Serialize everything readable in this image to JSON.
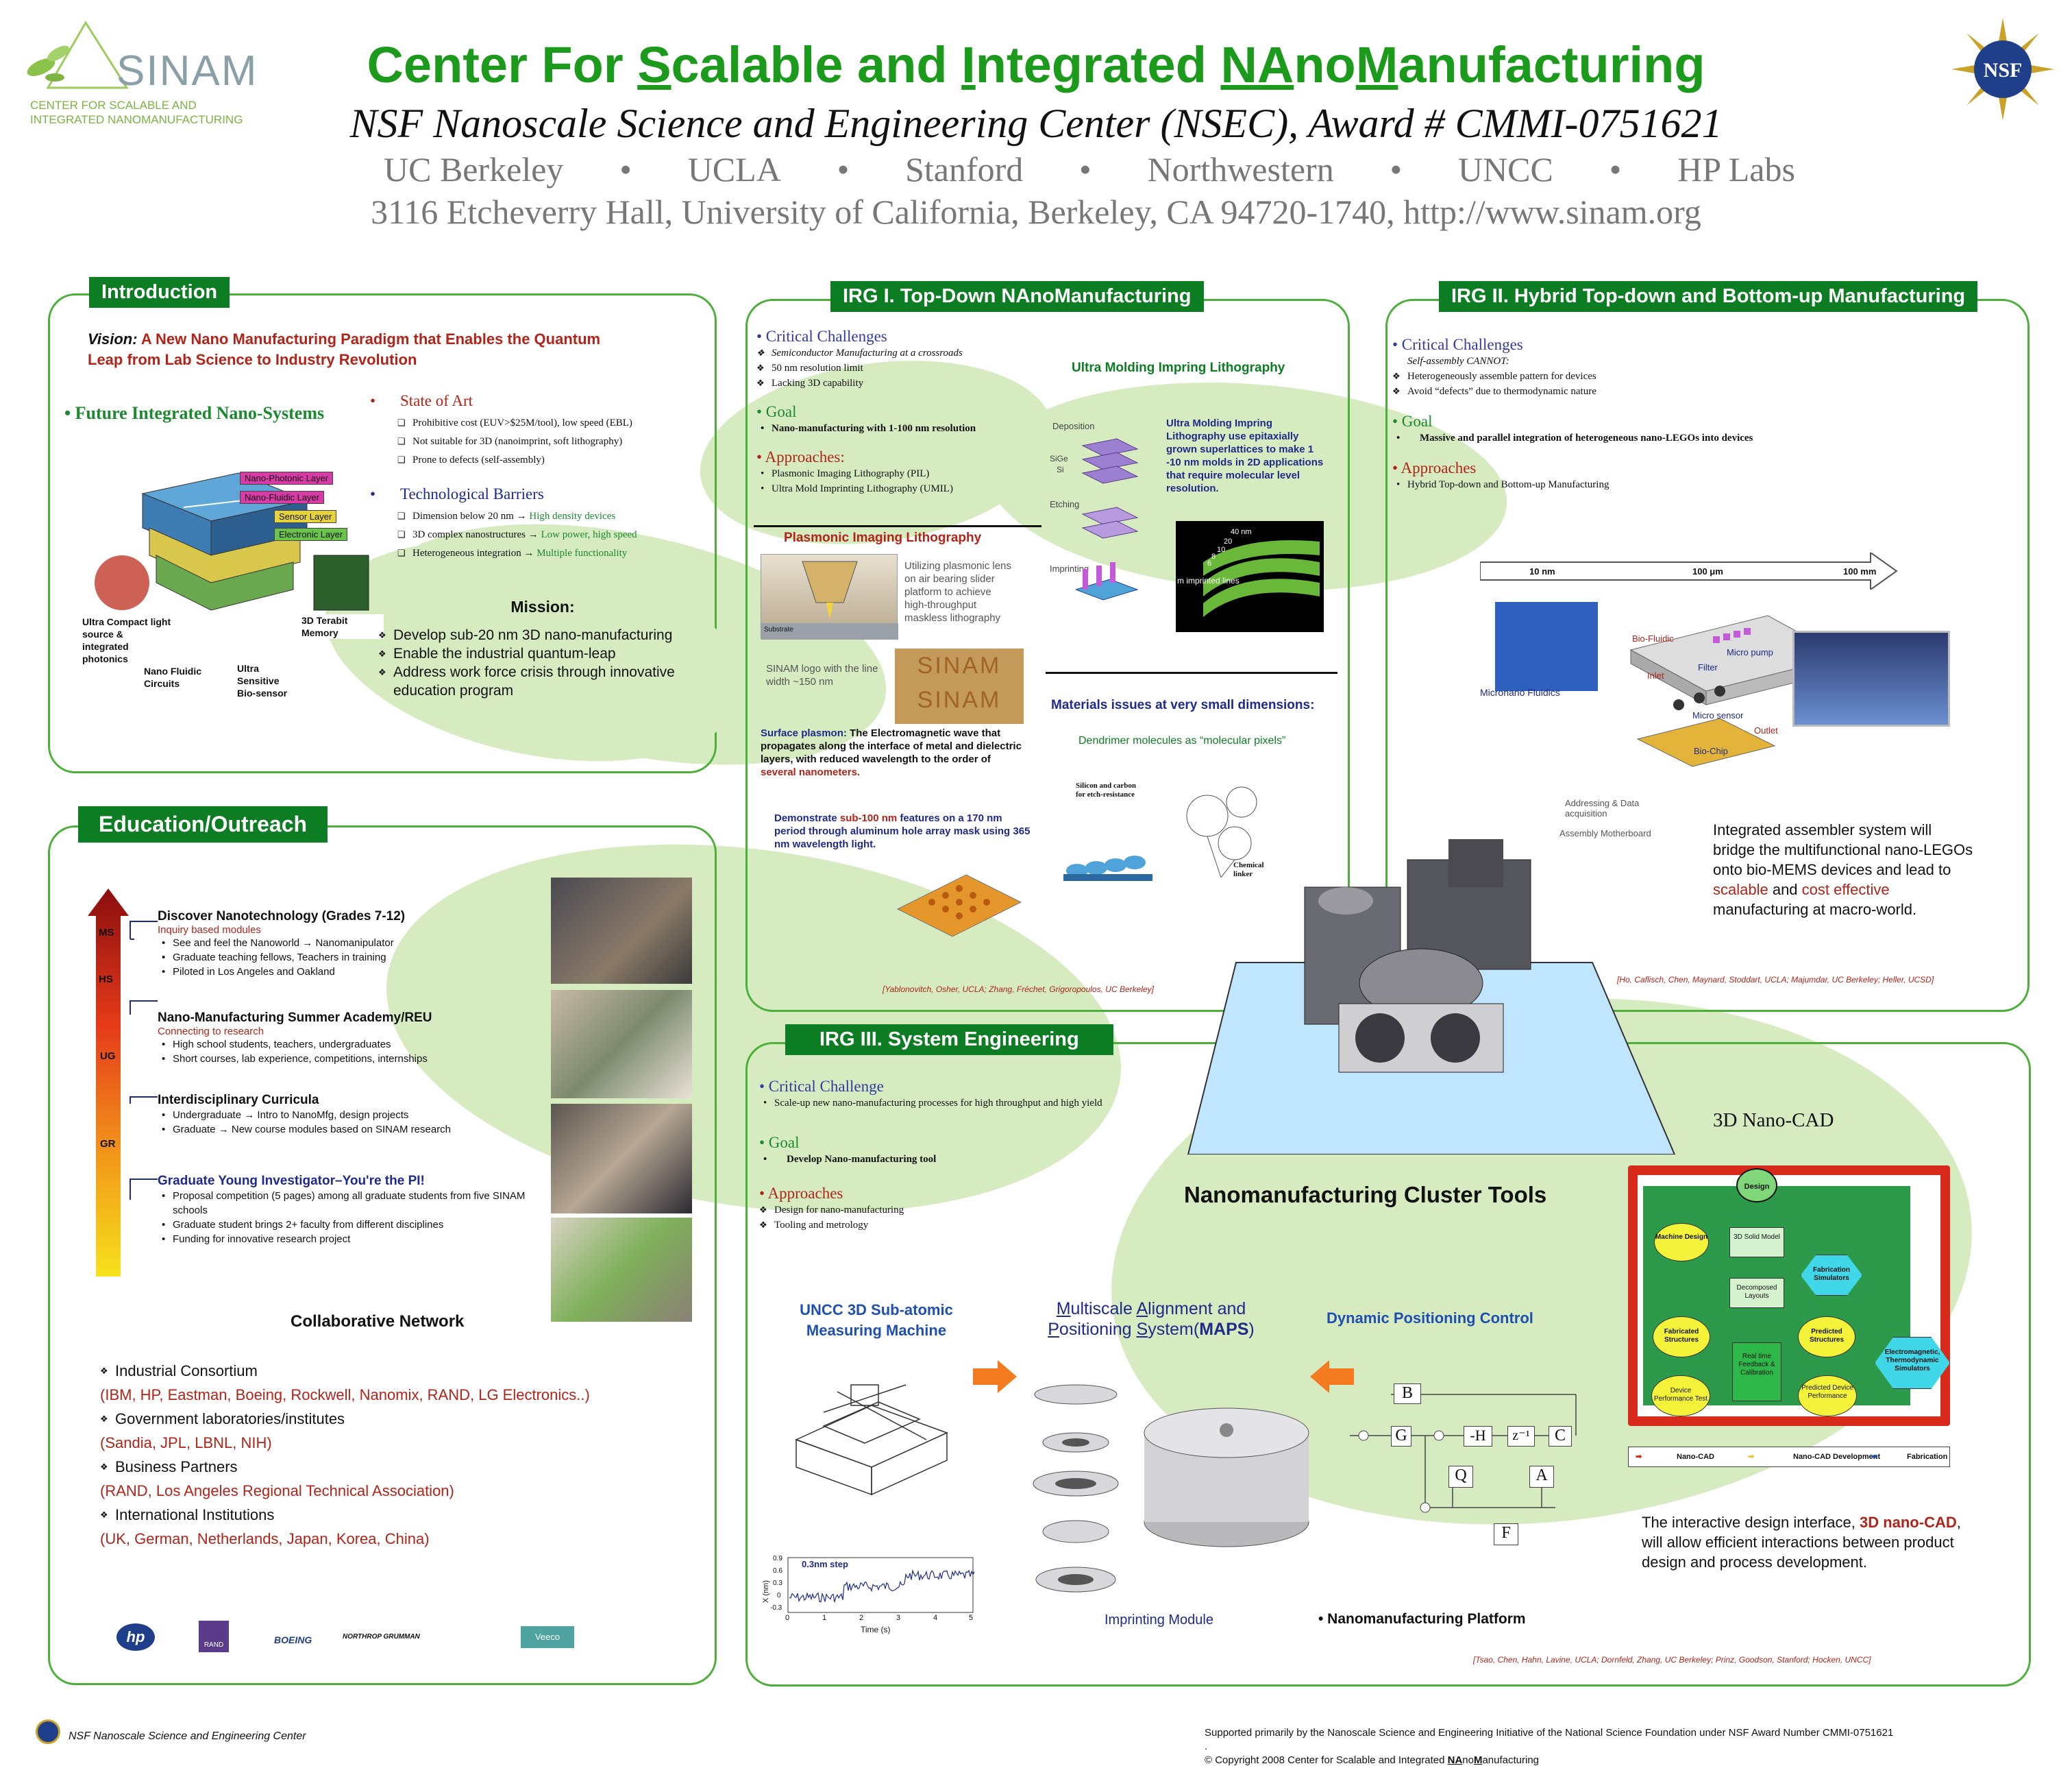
{
  "header": {
    "logo_text": "SINAM",
    "logo_sub1": "CENTER FOR SCALABLE AND",
    "logo_sub2": "INTEGRATED NANOMANUFACTURING",
    "title_parts": [
      "Center For ",
      "S",
      "calable and ",
      "I",
      "ntegrated ",
      "NA",
      "no",
      "M",
      "anufacturing"
    ],
    "subtitle": "NSF Nanoscale Science and Engineering Center (NSEC), Award # CMMI-0751621",
    "partners": [
      "UC Berkeley",
      "UCLA",
      "Stanford",
      "Northwestern",
      "UNCC",
      "HP Labs"
    ],
    "address": "3116 Etcheverry Hall, University of California, Berkeley, CA 94720-1740, http://www.sinam.org",
    "nsf_logo": "NSF"
  },
  "intro": {
    "title": "Introduction",
    "vision_label": "Vision:",
    "vision_line1": "A New Nano Manufacturing Paradigm that Enables the Quantum",
    "vision_line2": "Leap from Lab Science to Industry Revolution",
    "future": "• Future Integrated Nano-Systems",
    "state_title": "State of Art",
    "state_items": [
      "Prohibitive cost (EUV>$25M/tool), low speed (EBL)",
      "Not suitable for 3D (nanoimprint, soft lithography)",
      "Prone to defects (self-assembly)"
    ],
    "tech_title": "Technological Barriers",
    "tech_items": [
      {
        "a": "Dimension below 20 nm → ",
        "b": "High density devices"
      },
      {
        "a": "3D complex nanostructures → ",
        "b": "Low power, high speed"
      },
      {
        "a": "Heterogeneous integration → ",
        "b": "Multiple functionality"
      }
    ],
    "layers": [
      "Nano-Photonic Layer",
      "Nano-Fluidic Layer",
      "Sensor Layer",
      "Electronic Layer"
    ],
    "diagram_labels": {
      "photonics": "Ultra Compact light source & integrated photonics",
      "fluidic": "Nano Fluidic Circuits",
      "biosensor": "Ultra Sensitive Bio-sensor",
      "memory": "3D Terabit Memory"
    },
    "mission_title": "Mission:",
    "mission_items": [
      "Develop sub-20 nm 3D nano-manufacturing",
      "Enable the industrial quantum-leap",
      "Address work force crisis through innovative education program"
    ]
  },
  "edu": {
    "title": "Education/Outreach",
    "levels": [
      "MS",
      "HS",
      "UG",
      "GR"
    ],
    "blocks": [
      {
        "title": "Discover Nanotechnology (Grades 7-12)",
        "sub": "Inquiry based modules",
        "items": [
          "See and feel the Nanoworld → Nanomanipulator",
          "Graduate teaching fellows, Teachers in training",
          "Piloted in Los Angeles and Oakland"
        ]
      },
      {
        "title": "Nano-Manufacturing Summer Academy/REU",
        "sub": "Connecting to research",
        "items": [
          "High school students, teachers, undergraduates",
          "Short courses, lab experience, competitions, internships"
        ]
      },
      {
        "title": "Interdisciplinary Curricula",
        "sub": "",
        "items": [
          "Undergraduate → Intro to NanoMfg, design projects",
          "Graduate → New course modules based on SINAM research"
        ]
      },
      {
        "title": "Graduate Young Investigator–You're the PI!",
        "sub": "",
        "items": [
          "Proposal competition (5 pages) among all graduate students from five SINAM schools",
          "Graduate student brings 2+ faculty from different disciplines",
          "Funding for innovative research project"
        ]
      }
    ],
    "collab_title": "Collaborative Network",
    "collab": [
      {
        "h": "Industrial Consortium",
        "v": "(IBM, HP, Eastman, Boeing, Rockwell, Nanomix, RAND, LG Electronics..)"
      },
      {
        "h": "Government laboratories/institutes",
        "v": "(Sandia, JPL, LBNL, NIH)"
      },
      {
        "h": "Business Partners",
        "v": "(RAND, Los Angeles Regional Technical Association)"
      },
      {
        "h": "International Institutions",
        "v": "(UK, German, Netherlands, Japan, Korea, China)"
      }
    ],
    "sponsors": [
      "hp",
      "RAND",
      "BOEING",
      "NORTHROP GRUMMAN",
      "Veeco"
    ]
  },
  "irg1": {
    "title": "IRG I. Top-Down NAnoManufacturing",
    "cc": "• Critical Challenges",
    "cc_items": [
      "Semiconductor Manufacturing at a crossroads",
      "50 nm resolution limit",
      "Lacking 3D capability"
    ],
    "goal": "• Goal",
    "goal_item": "Nano-manufacturing with 1-100 nm resolution",
    "appr": "• Approaches:",
    "appr_items": [
      "Plasmonic Imaging Lithography (PIL)",
      "Ultra Mold Imprinting Lithography (UMIL)"
    ],
    "umil_title": "Ultra Molding Impring Lithography",
    "umil_steps": [
      "Deposition",
      "SiGe",
      "Si",
      "Etching",
      "Imprinting"
    ],
    "umil_desc": "Ultra Molding Impring Lithography use epitaxially grown superlattices to make 1 -10 nm molds in 2D applications that require molecular level resolution.",
    "umil_img": "m imprinted lines",
    "umil_dims": [
      "40 nm",
      "20",
      "10",
      "8",
      "6"
    ],
    "pil_title": "Plasmonic Imaging Lithography",
    "pil_desc": "Utilizing plasmonic lens on air bearing slider platform to achieve high-throughput maskless lithography",
    "pil_sub": "Substrate",
    "sinam_note": "SINAM logo with the line width ~150 nm",
    "sinam_word": "SINAM",
    "surf_bold": "Surface plasmon:",
    "surf_text": "The Electromagnetic wave that propagates along the interface of metal and dielectric layers, with reduced wavelength to the order of",
    "surf_red": "several nanometers.",
    "demo_a": "Demonstrate ",
    "demo_b": "sub-100 nm",
    "demo_c": " features on a 170 nm period through aluminum hole array mask using 365 nm wavelength light.",
    "mat_title": "Materials issues at very small dimensions:",
    "dend": "Dendrimer molecules as “molecular pixels”",
    "dend_l1": "Silicon and carbon for etch-resistance",
    "dend_l2": "Chemical linker",
    "credit": "[Yablonovitch, Osher, UCLA; Zhang, Fréchet, Grigoropoulos, UC Berkeley]"
  },
  "irg2": {
    "title": "IRG II. Hybrid Top-down and Bottom-up Manufacturing",
    "cc": "• Critical Challenges",
    "cc_sub": "Self-assembly CANNOT:",
    "cc_items": [
      "Heterogeneously assemble pattern for devices",
      "Avoid “defects” due to thermodynamic nature"
    ],
    "goal": "• Goal",
    "goal_item": "Massive and parallel integration of heterogeneous nano-LEGOs into devices",
    "appr": "• Approaches",
    "appr_item": "Hybrid Top-down and Bottom-up Manufacturing",
    "scale": [
      "10 nm",
      "100 μm",
      "100 mm"
    ],
    "diag": [
      "Micronano Fluidics",
      "Bio-Fluidic",
      "Micro pump",
      "Filter",
      "Inlet",
      "Micro sensor",
      "Outlet",
      "Bio-Chip",
      "Addressing & Data acquisition",
      "Assembly Motherboard"
    ],
    "desc_a": "Integrated assembler system will bridge the multifunctional nano-LEGOs onto bio-MEMS devices and lead to ",
    "desc_b": "scalable",
    "desc_c": " and ",
    "desc_d": "cost effective",
    "desc_e": " manufacturing at macro-world.",
    "credit": "[Ho, Caflisch, Chen, Maynard, Stoddart, UCLA; Majumdar, UC Berkeley; Heller, UCSD]"
  },
  "irg3": {
    "title": "IRG III. System Engineering",
    "cc": "• Critical Challenge",
    "cc_item": "Scale-up new nano-manufacturing processes for high throughput and high yield",
    "goal": "• Goal",
    "goal_item": "Develop Nano-manufacturing tool",
    "appr": "• Approaches",
    "appr_items": [
      "Design for nano-manufacturing",
      "Tooling and metrology"
    ],
    "cluster": "Nanomanufacturing Cluster Tools",
    "unc_title": "UNCC 3D Sub-atomic Measuring Machine",
    "maps": [
      "M",
      "ultiscale ",
      "A",
      "lignment and ",
      "P",
      "ositioning ",
      "S",
      "ystem(",
      "MAPS",
      ")"
    ],
    "dpc": "Dynamic Positioning Control",
    "step": "0.3nm step",
    "graph_xlabel": "Time (s)",
    "graph_ylabel": "X (nm)",
    "graph_xticks": [
      "0",
      "1",
      "2",
      "3",
      "4",
      "5"
    ],
    "graph_yticks": [
      "0.9",
      "0.6",
      "0.3",
      "0",
      "-0.3"
    ],
    "imprint": "Imprinting Module",
    "platform": "• Nanomanufacturing Platform",
    "ctrl_blocks": [
      "B",
      "G",
      "-H",
      "z⁻¹",
      "C",
      "Q",
      "A",
      "F"
    ],
    "nanocad": "3D Nano-CAD",
    "cad_nodes": [
      "Design",
      "Machine Design",
      "3D Solid Model",
      "Fabrication Simulators",
      "Decomposed Layouts",
      "Fabricated Structures",
      "Predicted Structures",
      "Electromagnetic, Thermodynamic Simulators",
      "Real time Feedback & Calibration",
      "Device Performance Test",
      "Predicted Device Performance"
    ],
    "cad_legend": [
      "Nano-CAD",
      "Nano-CAD Development",
      "Fabrication"
    ],
    "cad_a": "The interactive design interface, ",
    "cad_b": "3D nano-CAD",
    "cad_c": ", will allow efficient interactions between product design and process development.",
    "credit": "[Tsao, Chen, Hahn, Lavine, UCLA; Dornfeld, Zhang, UC Berkeley; Prinz, Goodson, Stanford; Hocken, UNCC]"
  },
  "footer": {
    "left": "NSF Nanoscale Science and Engineering Center",
    "right1": "Supported primarily by the Nanoscale Science and Engineering Initiative of the National Science Foundation under NSF Award Number CMMI-0751621",
    "right2": ".",
    "right3_a": "© Copyright 2008 Center for Scalable and Integrated ",
    "right3_b": "NA",
    "right3_c": "no",
    "right3_d": "M",
    "right3_e": "anufacturing"
  },
  "colors": {
    "green_title": "#1b9a1b",
    "panel_green": "#0d7d23",
    "blob": "#d7ebc1",
    "navy": "#1f2a8a",
    "red": "#b0241a"
  }
}
